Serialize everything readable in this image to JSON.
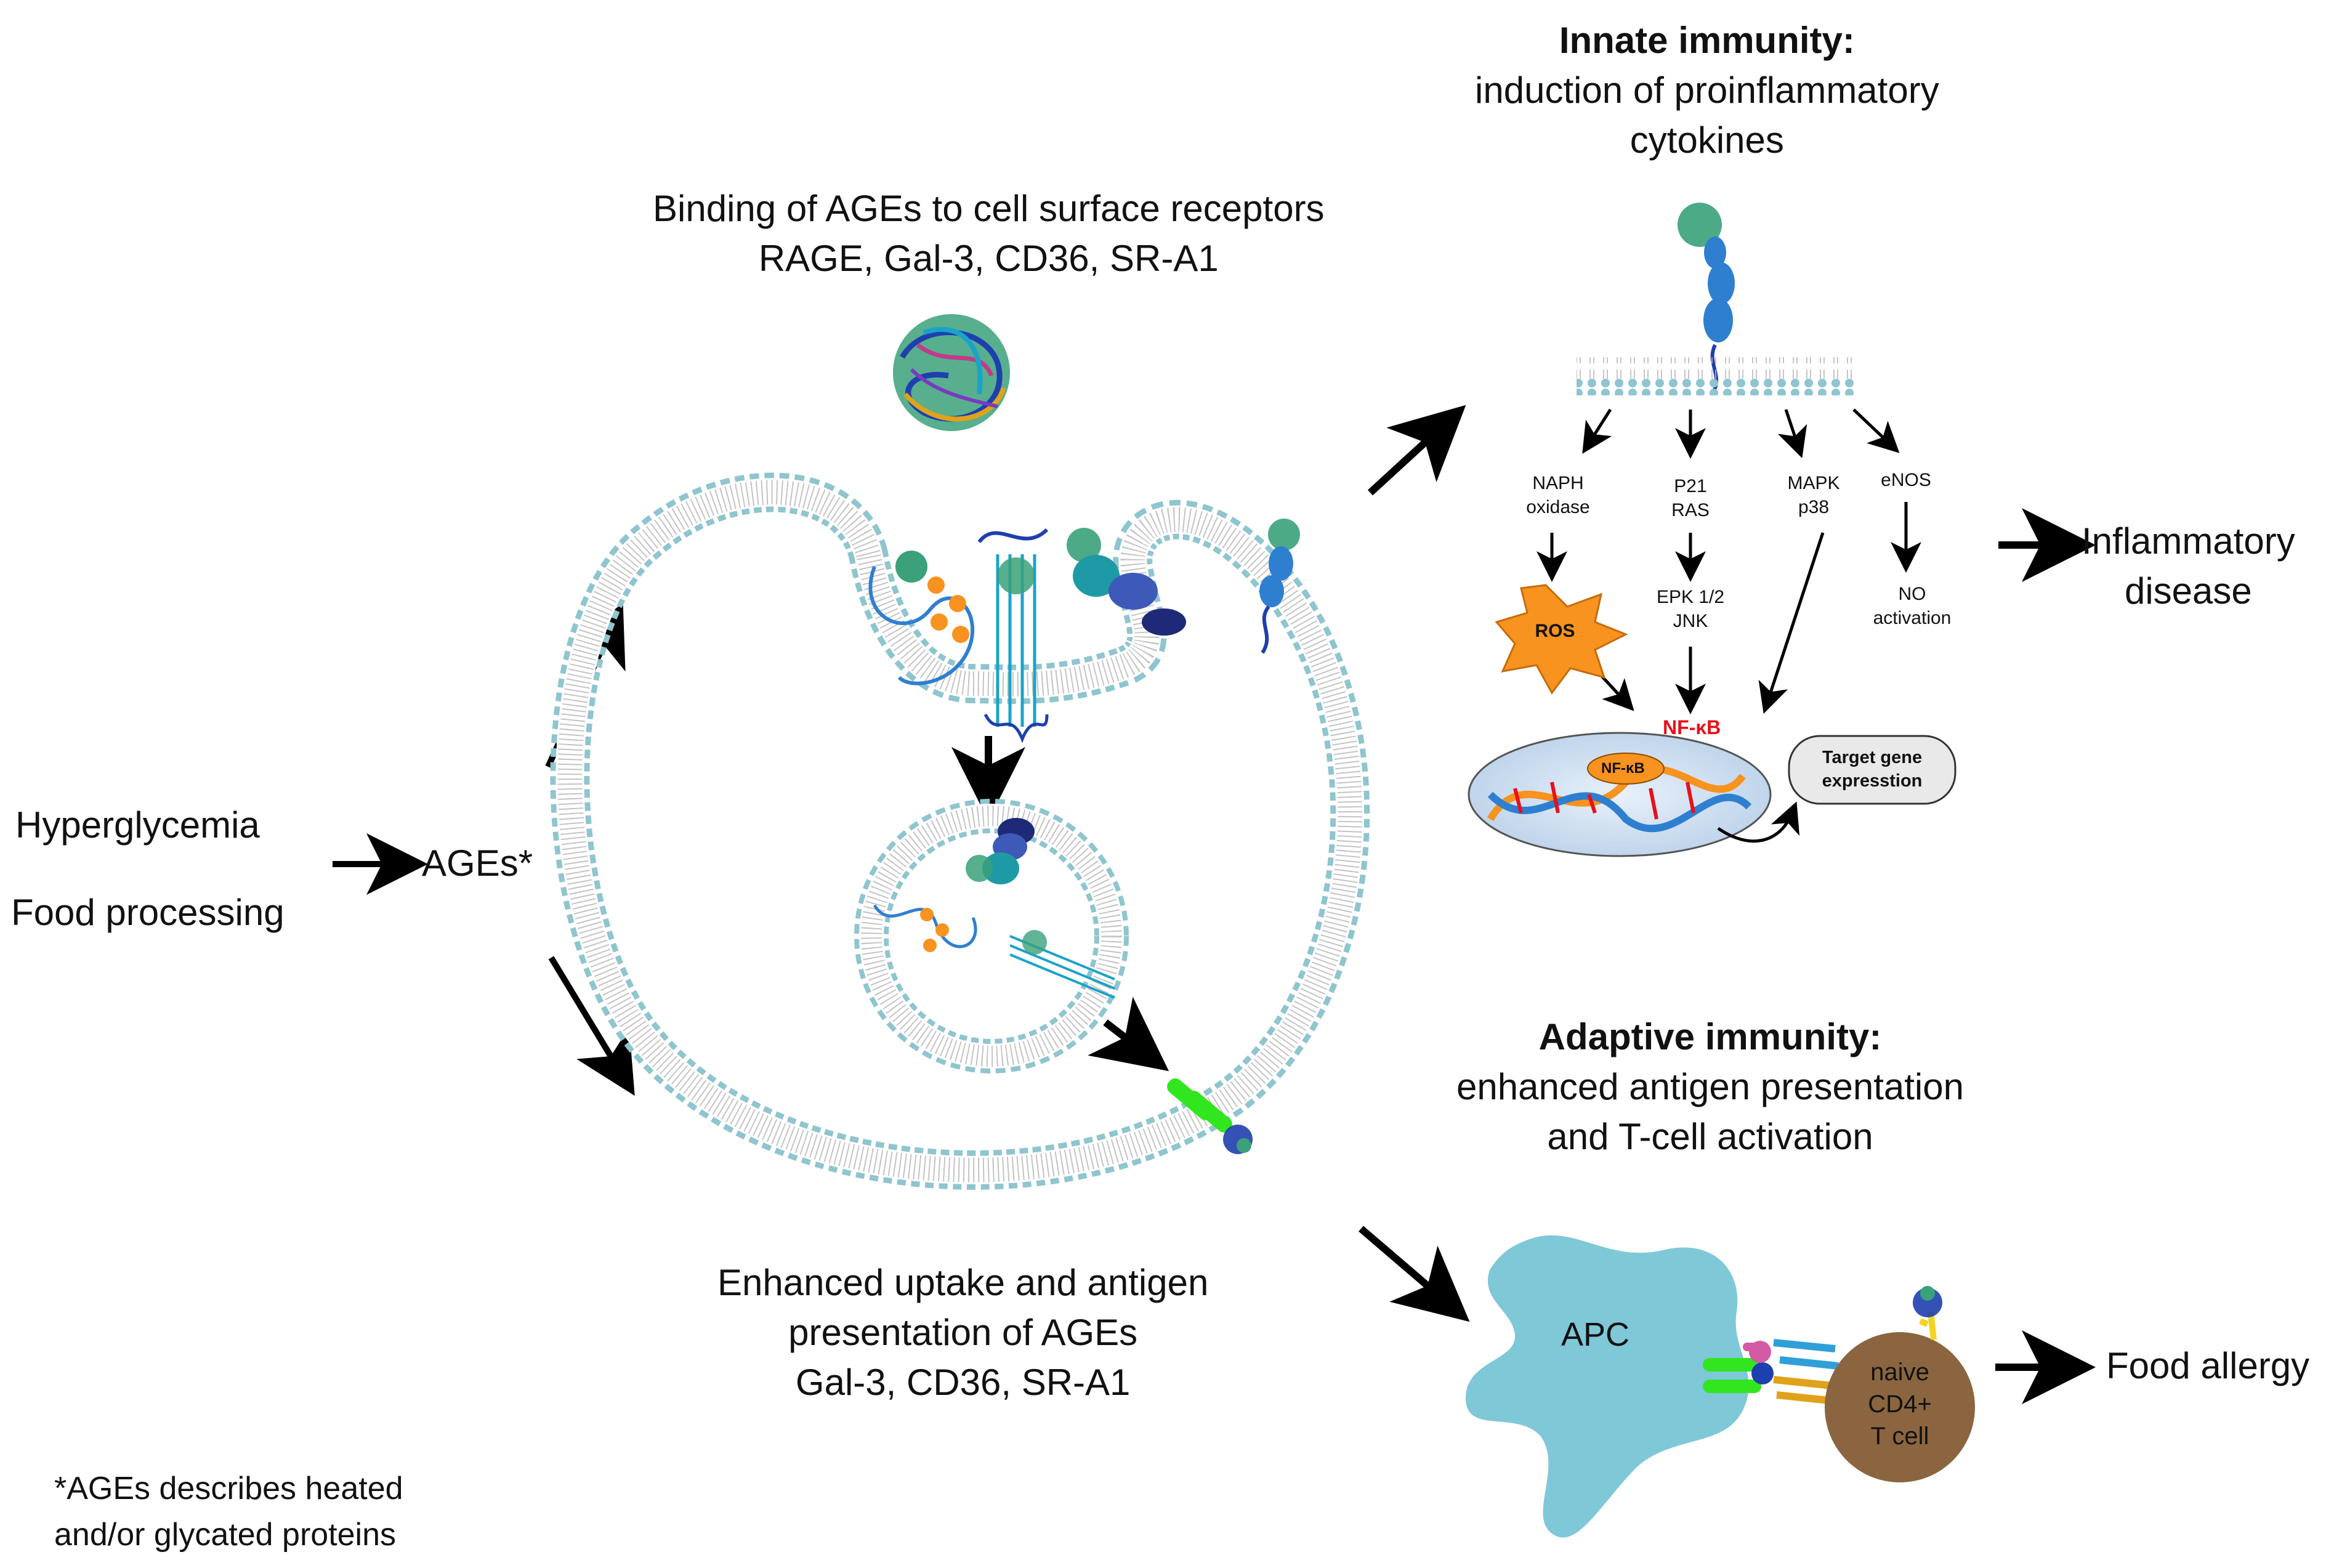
{
  "inputs": {
    "hyperglycemia": "Hyperglycemia",
    "food_processing": "Food processing",
    "ages": "AGEs*"
  },
  "footnote": {
    "line1": "*AGEs describes heated",
    "line2": "and/or glycated proteins"
  },
  "binding": {
    "title": "Binding of AGEs to cell surface receptors",
    "receptors": "RAGE, Gal-3, CD36, SR-A1"
  },
  "uptake": {
    "line1": "Enhanced uptake and antigen",
    "line2": "presentation of AGEs",
    "receptors": "Gal-3, CD36, SR-A1"
  },
  "innate": {
    "title": "Innate immunity:",
    "line2": "induction of proinflammatory",
    "line3": "cytokines",
    "pathways": {
      "naph_1": "NAPH",
      "naph_2": "oxidase",
      "p21_1": "P21",
      "p21_2": "RAS",
      "mapk_1": "MAPK",
      "mapk_2": "p38",
      "enos": "eNOS",
      "ros": "ROS",
      "epk_1": "EPK 1/2",
      "epk_2": "JNK",
      "no_1": "NO",
      "no_2": "activation",
      "nfkb": "NF-κB",
      "nfkb_nucleus": "NF-κB",
      "target_1": "Target gene",
      "target_2": "expresstion"
    },
    "outcome_1": "Inflammatory",
    "outcome_2": "disease"
  },
  "adaptive": {
    "title": "Adaptive immunity:",
    "line2": "enhanced antigen presentation",
    "line3": "and T-cell activation",
    "apc": "APC",
    "tcell_1": "naive",
    "tcell_2": "CD4+",
    "tcell_3": "T cell",
    "outcome": "Food allergy"
  },
  "colors": {
    "membrane_head": "#8fc5cf",
    "membrane_tail": "#b7b7b7",
    "apc": "#7fc8d8",
    "tcell": "#8b6540",
    "ros": "#f7931e",
    "nfkb": "#e8101a",
    "receptor_blue": "#2f7fd1",
    "receptor_dark": "#1e2a78",
    "cd36_teal": "#1d9aa6",
    "green": "#32e61f"
  }
}
